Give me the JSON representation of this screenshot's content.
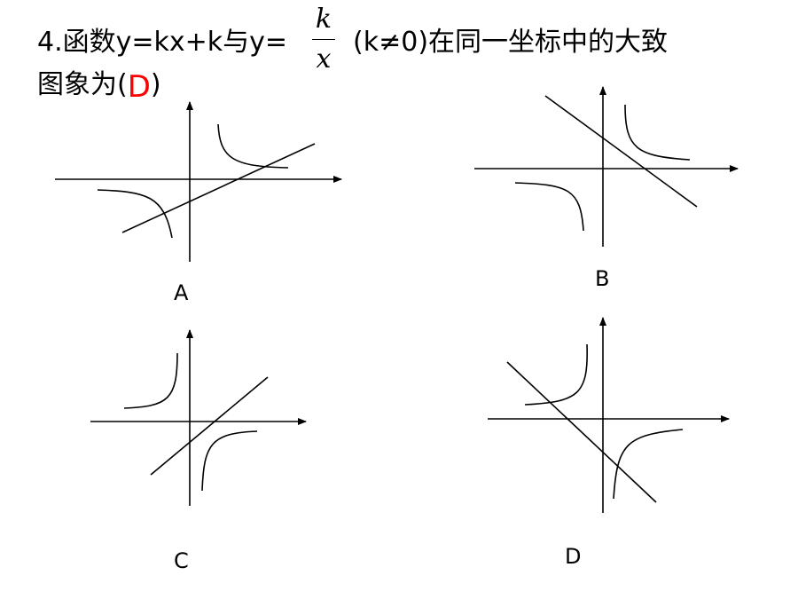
{
  "question": {
    "text_before": "4.函数y=kx+k与y=",
    "frac_num": "k",
    "frac_den": "x",
    "text_after": "(k≠0)在同一坐标中的大致",
    "line2_prefix": "图象为(",
    "answer": "D",
    "line2_suffix": ")"
  },
  "options": [
    {
      "label": "A"
    },
    {
      "label": "B"
    },
    {
      "label": "C"
    },
    {
      "label": "D"
    }
  ],
  "colors": {
    "answer": "#ff0000",
    "text": "#000000"
  }
}
